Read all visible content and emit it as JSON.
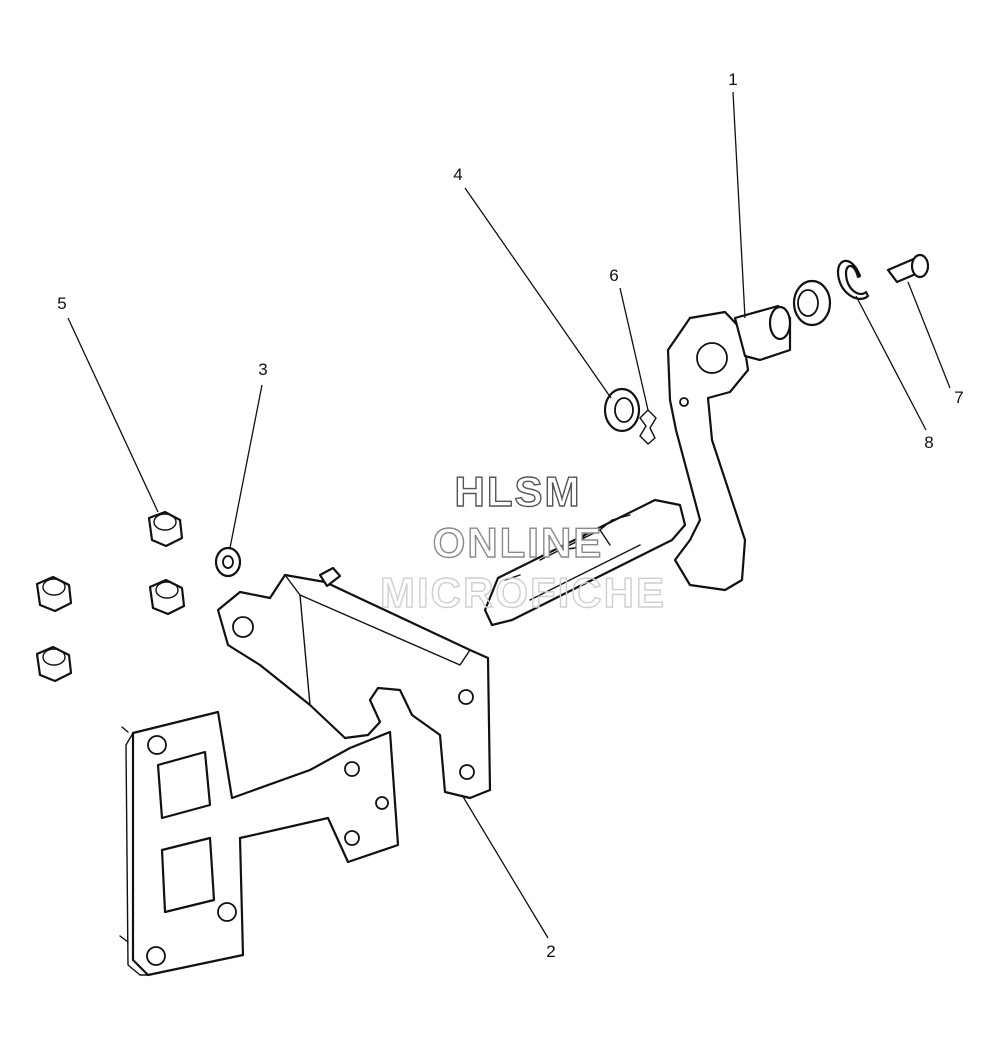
{
  "callouts": [
    {
      "id": "1",
      "label": "1"
    },
    {
      "id": "2",
      "label": "2"
    },
    {
      "id": "3",
      "label": "3"
    },
    {
      "id": "4",
      "label": "4"
    },
    {
      "id": "5",
      "label": "5"
    },
    {
      "id": "6",
      "label": "6"
    },
    {
      "id": "7",
      "label": "7"
    },
    {
      "id": "8",
      "label": "8"
    }
  ],
  "watermark": {
    "line1": "HLSM",
    "line2": "ONLINE",
    "line3": "MICROFICHE"
  }
}
